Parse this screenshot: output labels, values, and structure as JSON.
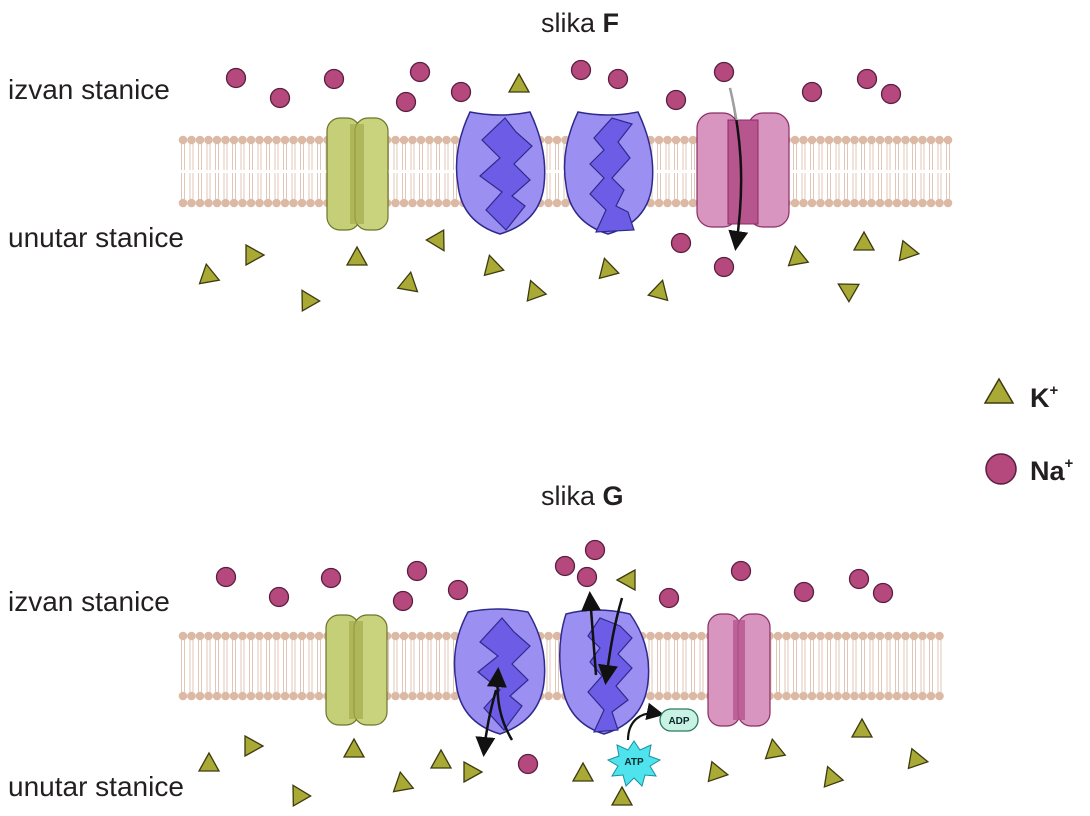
{
  "panels": [
    {
      "title_prefix": "slika",
      "title_letter": "F",
      "outside_label": "izvan stanice",
      "inside_label": "unutar stanice"
    },
    {
      "title_prefix": "slika",
      "title_letter": "G",
      "outside_label": "izvan stanice",
      "inside_label": "unutar stanice",
      "adp_label": "ADP",
      "atp_label": "ATP"
    }
  ],
  "legend": {
    "k_main": "K",
    "k_sup": "+",
    "na_main": "Na",
    "na_sup": "+"
  },
  "colors": {
    "membrane_head": "#dbb9a4",
    "potassium": "#a9a935",
    "sodium": "#b5497e",
    "pump": "#8a7df0",
    "k_channel": "#c8d27a",
    "na_channel": "#d58fbd",
    "atp": "#4fe3ee",
    "adp": "#c9f2e4"
  }
}
